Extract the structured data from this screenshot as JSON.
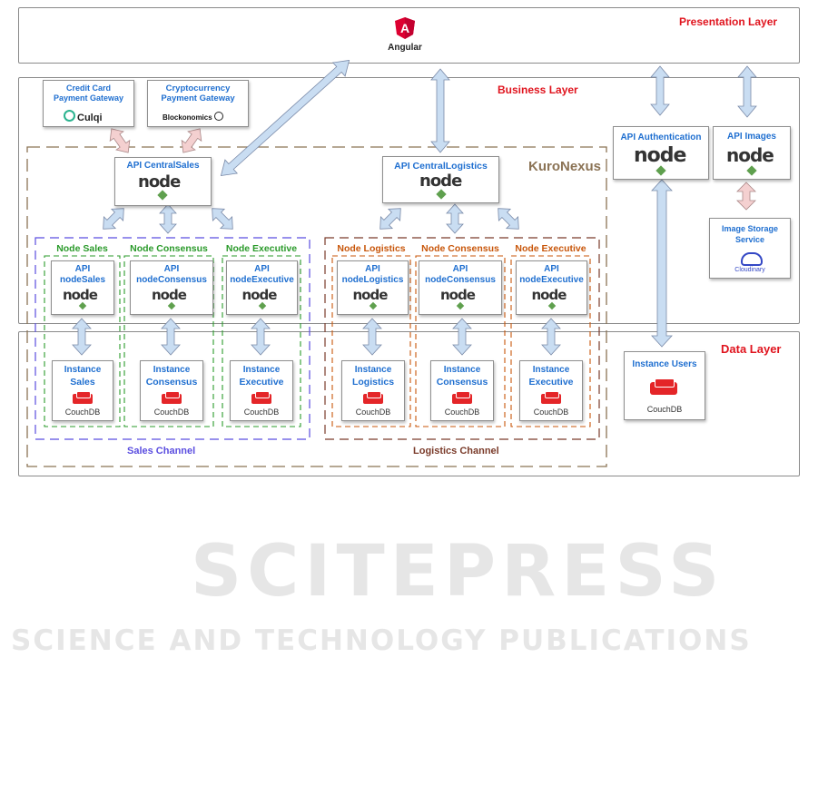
{
  "layers": {
    "presentation": "Presentation Layer",
    "business": "Business Layer",
    "data": "Data Layer"
  },
  "angular": {
    "label": "Angular",
    "logo_letter": "A",
    "brand_color": "#dd0031"
  },
  "gateways": {
    "credit_card": {
      "title_line1": "Credit Card",
      "title_line2": "Payment Gateway",
      "brand": "Culqi"
    },
    "crypto": {
      "title_line1": "Cryptocurrency",
      "title_line2": "Payment Gateway",
      "brand": "Blockonomics"
    }
  },
  "kuronexus": "KuroNexus",
  "node_logo_text": "node",
  "apis": {
    "central_sales": "API CentralSales",
    "central_logistics": "API CentralLogistics",
    "authentication": "API Authentication",
    "images": "API Images"
  },
  "image_storage": {
    "line1": "Image Storage",
    "line2": "Service",
    "brand": "Cloudinary"
  },
  "sales_channel": {
    "label": "Sales Channel",
    "nodes": [
      {
        "title": "Node Sales",
        "api_l1": "API",
        "api_l2": "nodeSales",
        "inst_l1": "Instance",
        "inst_l2": "Sales"
      },
      {
        "title": "Node Consensus",
        "api_l1": "API",
        "api_l2": "nodeConsensus",
        "inst_l1": "Instance",
        "inst_l2": "Consensus"
      },
      {
        "title": "Node Executive",
        "api_l1": "API",
        "api_l2": "nodeExecutive",
        "inst_l1": "Instance",
        "inst_l2": "Executive"
      }
    ]
  },
  "logistics_channel": {
    "label": "Logistics Channel",
    "nodes": [
      {
        "title": "Node Logistics",
        "api_l1": "API",
        "api_l2": "nodeLogistics",
        "inst_l1": "Instance",
        "inst_l2": "Logistics"
      },
      {
        "title": "Node Consensus",
        "api_l1": "API",
        "api_l2": "nodeConsensus",
        "inst_l1": "Instance",
        "inst_l2": "Consensus"
      },
      {
        "title": "Node Executive",
        "api_l1": "API",
        "api_l2": "nodeExecutive",
        "inst_l1": "Instance",
        "inst_l2": "Executive"
      }
    ]
  },
  "instance_users": "Instance Users",
  "db_label": "CouchDB",
  "colors": {
    "layer_title": "#e0141e",
    "api_text": "#1f6fd0",
    "sales_group": "#2a9a2a",
    "sales_channel": "#5b4ee0",
    "logistics_group": "#c8560a",
    "logistics_channel": "#7a3b2a",
    "kuronexus": "#8b7355",
    "arrow_blue": "#c9ddf2",
    "arrow_pink": "#f4d0d0",
    "couchdb_red": "#e42528",
    "node_green": "#5fa04e"
  },
  "watermark": {
    "line1": "SCITEPRESS",
    "line2": "SCIENCE AND TECHNOLOGY PUBLICATIONS"
  }
}
